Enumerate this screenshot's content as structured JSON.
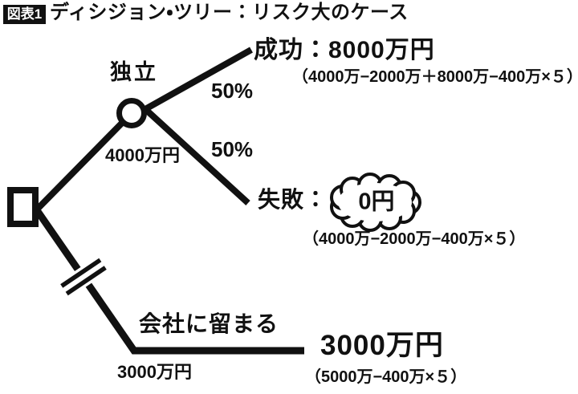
{
  "colors": {
    "ink": "#111111",
    "background": "#ffffff"
  },
  "header": {
    "badge": "図表1",
    "title": "ディシジョン・ツリー：リスク大のケース"
  },
  "tree": {
    "independent": {
      "label": "独立",
      "cost": "4000万円",
      "success": {
        "probability": "50%",
        "label": "成功：8000万円",
        "formula": "（4000万−2000万＋8000万−400万×５）"
      },
      "failure": {
        "probability": "50%",
        "label": "失敗：",
        "value": "0円",
        "formula": "（4000万−2000万−400万×５）"
      }
    },
    "stay": {
      "label": "会社に留まる",
      "cost": "3000万円",
      "result": "3000万円",
      "formula": "（5000万−400万×５）"
    }
  }
}
